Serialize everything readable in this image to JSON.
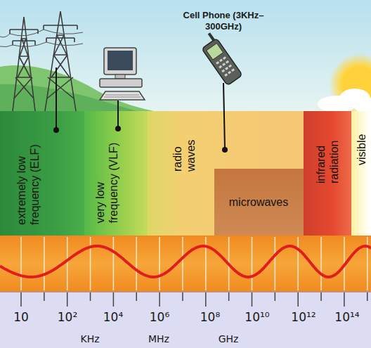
{
  "diagram": {
    "nodes": [
      {
        "text": [
          "extremely low frequency (ELF)"
        ]
      },
      {
        "text": [
          "very low frequency (VLF)"
        ]
      },
      {
        "text": [
          "radio waves"
        ]
      },
      {
        "text": [
          "microwaves"
        ],
        "in": 2
      },
      {
        "text": [
          "infrared radiation"
        ]
      },
      {
        "text": [
          "visible"
        ]
      }
    ],
    "labels": [
      "Cell Phone (3KHz–300GHz)",
      "10",
      "10²",
      "10⁴",
      "10⁶",
      "10⁸",
      "10¹⁰",
      "10¹²",
      "10¹⁴",
      "KHz",
      "MHz",
      "GHz"
    ]
  }
}
